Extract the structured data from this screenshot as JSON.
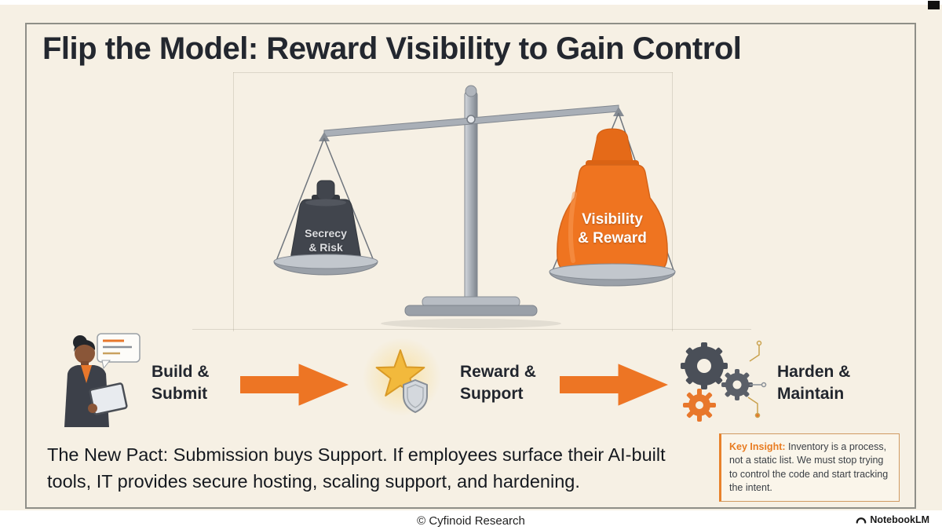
{
  "title": "Flip the Model: Reward Visibility to Gain Control",
  "scale": {
    "left_weight_label": "Secrecy\n& Risk",
    "right_weight_label": "Visibility\n& Reward"
  },
  "flow": {
    "step1_label": "Build &\nSubmit",
    "step2_label": "Reward &\nSupport",
    "step3_label": "Harden &\nMaintain"
  },
  "pact_text": "The New Pact: Submission buys Support. If employees surface their AI-built tools, IT provides secure hosting, scaling support, and hardening.",
  "key_insight": {
    "label": "Key Insight:",
    "text": "Inventory is a process, not a static list. We must stop trying to control the code and start tracking the intent."
  },
  "footer": {
    "copyright": "© Cyfinoid Research",
    "brand": "NotebookLM"
  },
  "colors": {
    "accent_orange": "#ED7524",
    "dark_weight": "#41454D",
    "dark_text": "#23272F",
    "cream_background": "#F6F0E4"
  }
}
